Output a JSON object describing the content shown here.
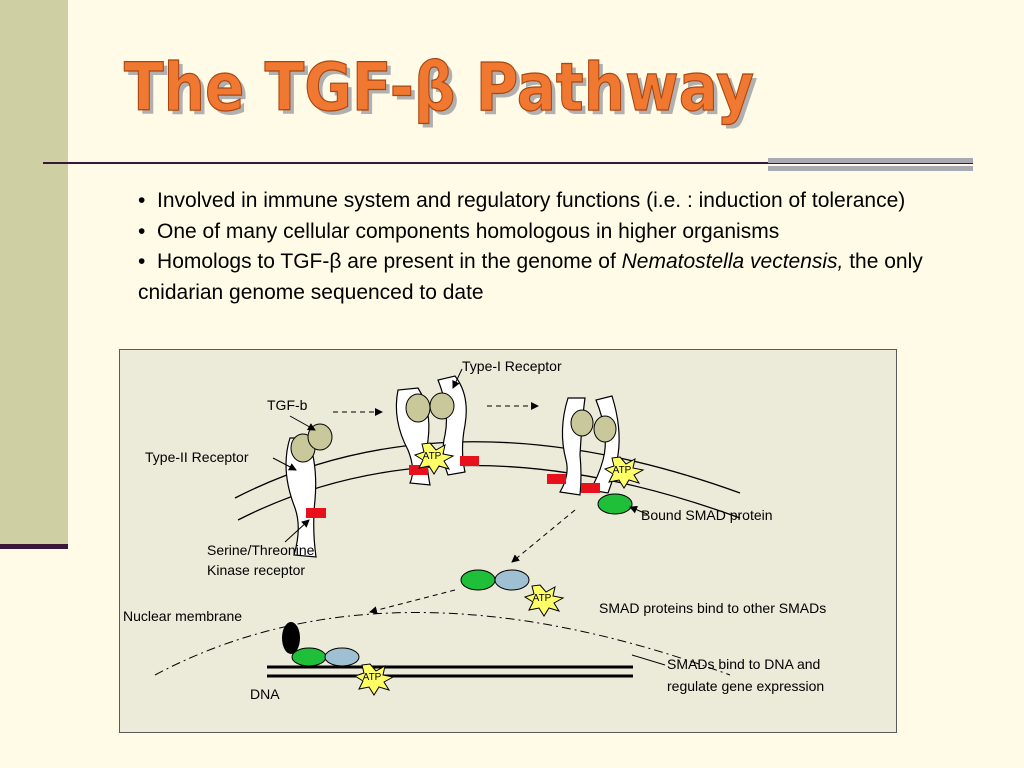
{
  "slide": {
    "title": "The TGF-β Pathway",
    "bullets": [
      {
        "marker": "•",
        "text": "Involved in immune system and regulatory functions (i.e. : induction of tolerance)"
      },
      {
        "marker": "•",
        "text": "One of many cellular components homologous in higher organisms"
      },
      {
        "marker": "•",
        "prefix": "Homologs to TGF-β are present in the genome of ",
        "italic": "Nematostella vectensis,",
        "suffix": " the only cnidarian genome sequenced to date"
      }
    ]
  },
  "diagram": {
    "labels": {
      "type_i_receptor": "Type-I Receptor",
      "tgf_b": "TGF-b",
      "type_ii_receptor": "Type-II Receptor",
      "kinase_line1": "Serine/Threonine",
      "kinase_line2": "Kinase receptor",
      "bound_smad": "Bound SMAD protein",
      "nuclear_membrane": "Nuclear membrane",
      "smad_bind": "SMAD proteins bind to other SMADs",
      "dna_bind_line1": "SMADs bind to DNA and",
      "dna_bind_line2": "regulate gene expression",
      "dna": "DNA",
      "atp": "ATP"
    },
    "colors": {
      "title": "#f07830",
      "ligand": "#c8c89a",
      "smad_green": "#1fbf3a",
      "smad_blue": "#9fc0d3",
      "kinase_red": "#e8101a",
      "atp_fill": "#ffff66"
    }
  }
}
